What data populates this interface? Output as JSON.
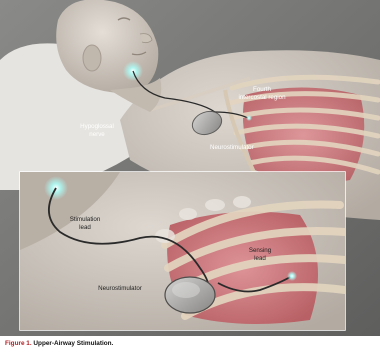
{
  "labels": {
    "fourth_intercostal_region": [
      "Fourth",
      "intercostal region"
    ],
    "hypoglossal_nerve": [
      "Hypoglossal",
      "nerve"
    ],
    "neurostimulator_top": "Neurostimulator",
    "stimulation_lead": [
      "Stimulation",
      "lead"
    ],
    "sensing_lead": [
      "Sensing",
      "lead"
    ],
    "neurostimulator_inset": "Neurostimulator"
  },
  "caption": {
    "figure_number": "Figure 1.",
    "title": "Upper-Airway Stimulation."
  },
  "colors": {
    "skin": "#c9c2ba",
    "background": "#6f6f6f",
    "pillow": "#e6e4e0",
    "ribs": "#e3d5bf",
    "lung": "#c46d72",
    "lead": "#2a2a2a",
    "stimulator": "#a9a8a6",
    "glow": "#9ff0e9",
    "caption_accent": "#b01e23"
  }
}
